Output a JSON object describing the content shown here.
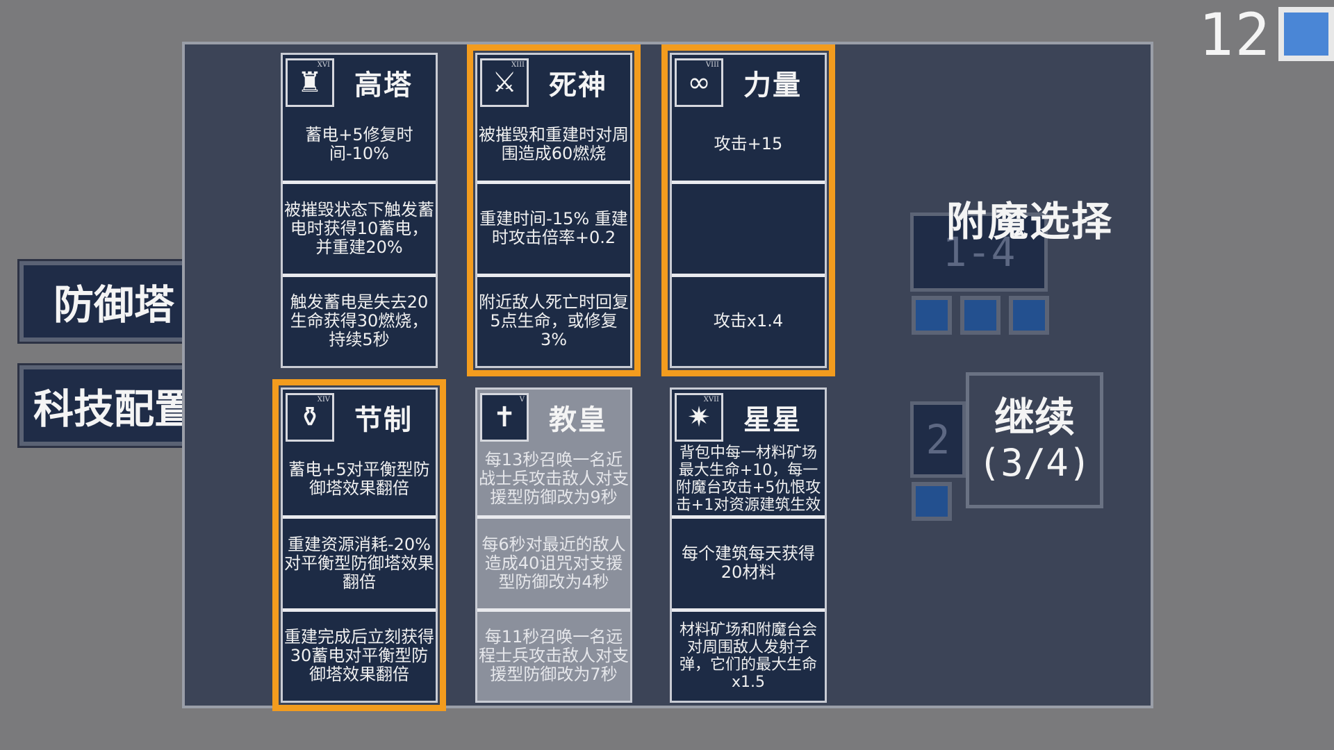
{
  "counter": {
    "value": "12",
    "square_color": "#4a86d6"
  },
  "side_tabs": [
    "防御塔",
    "科技配置"
  ],
  "enchant": {
    "title": "附魔选择",
    "slot_a": "1-4",
    "slot_b": "2",
    "continue_label": "继续",
    "continue_progress": "(3/4)"
  },
  "cards": [
    {
      "title": "高塔",
      "numeral": "XVI",
      "icon": "tower-icon",
      "glyph": "♜",
      "header_desc": "蓄电+5修复时间-10%",
      "mid": "被摧毁状态下触发蓄电时获得10蓄电，并重建20%",
      "bottom": "触发蓄电是失去20生命获得30燃烧，持续5秒"
    },
    {
      "title": "死神",
      "numeral": "XIII",
      "icon": "scythe-icon",
      "glyph": "⚔",
      "header_desc": "被摧毁和重建时对周围造成60燃烧",
      "mid": "重建时间-15% 重建时攻击倍率+0.2",
      "bottom": "附近敌人死亡时回复5点生命，或修复3%"
    },
    {
      "title": "力量",
      "numeral": "VIII",
      "icon": "infinity-icon",
      "glyph": "∞",
      "header_desc": "攻击+15",
      "mid": "",
      "bottom": "攻击x1.4"
    },
    {
      "title": "节制",
      "numeral": "XIV",
      "icon": "temperance-icon",
      "glyph": "⚱",
      "header_desc": "蓄电+5对平衡型防御塔效果翻倍",
      "mid": "重建资源消耗-20%对平衡型防御塔效果翻倍",
      "bottom": "重建完成后立刻获得30蓄电对平衡型防御塔效果翻倍"
    },
    {
      "title": "教皇",
      "numeral": "V",
      "icon": "hierophant-icon",
      "glyph": "✝",
      "header_desc": "每13秒召唤一名近战士兵攻击敌人对支援型防御改为9秒",
      "mid": "每6秒对最近的敌人造成40诅咒对支援型防御改为4秒",
      "bottom": "每11秒召唤一名远程士兵攻击敌人对支援型防御改为7秒"
    },
    {
      "title": "星星",
      "numeral": "XVII",
      "icon": "star-icon",
      "glyph": "✷",
      "header_desc": "背包中每一材料矿场最大生命+10，每一附魔台攻击+5仇恨攻击+1对资源建筑生效",
      "mid": "每个建筑每天获得20材料",
      "bottom": "材料矿场和附魔台会对周围敌人发射子弹，它们的最大生命x1.5"
    }
  ]
}
